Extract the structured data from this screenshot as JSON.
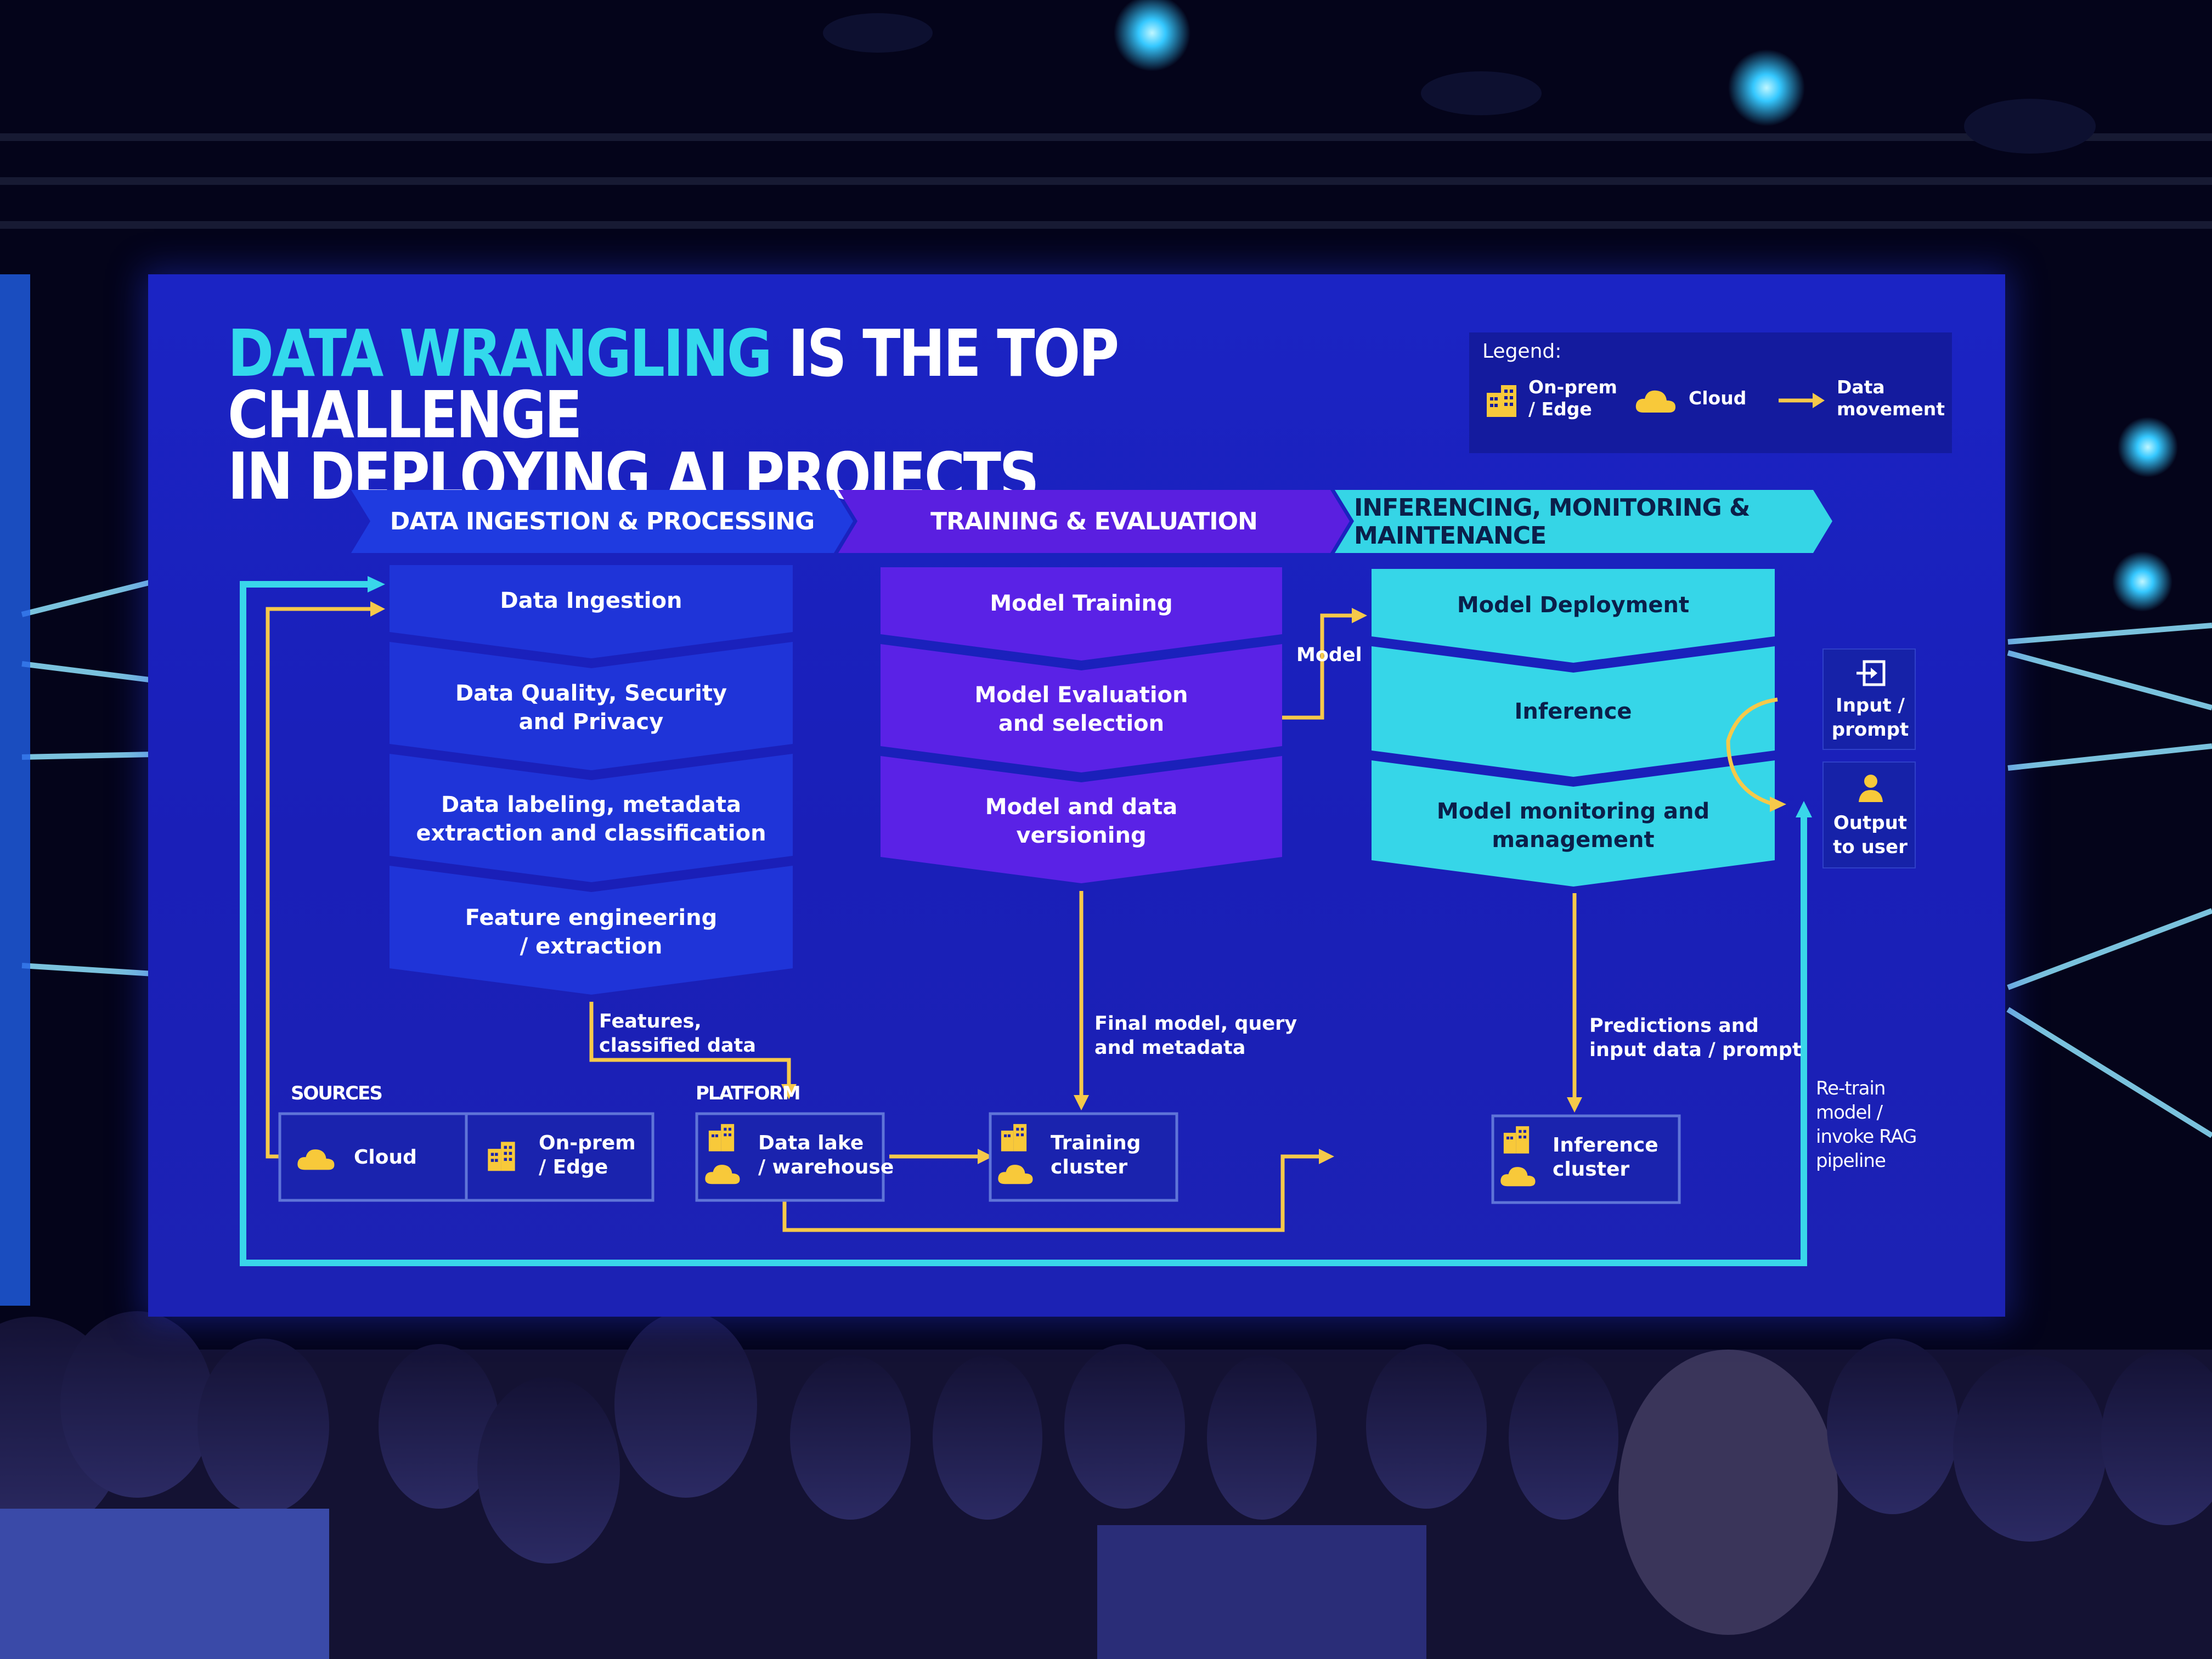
{
  "title": {
    "highlight": "DATA WRANGLING",
    "rest_line1": " IS THE TOP CHALLENGE",
    "line2": "IN DEPLOYING AI PROJECTS"
  },
  "legend": {
    "title": "Legend:",
    "onprem": "On-prem\n/ Edge",
    "cloud": "Cloud",
    "movement": "Data\nmovement"
  },
  "phases": [
    {
      "label": "DATA INGESTION & PROCESSING",
      "color": "#1f3be0"
    },
    {
      "label": "TRAINING & EVALUATION",
      "color": "#5a1fe0"
    },
    {
      "label": "INFERENCING, MONITORING & MAINTENANCE",
      "color": "#35d5e6"
    }
  ],
  "ingestion_steps": [
    "Data Ingestion",
    "Data Quality, Security\nand Privacy",
    "Data labeling, metadata\nextraction and classification",
    "Feature engineering\n/ extraction"
  ],
  "training_steps": [
    "Model Training",
    "Model Evaluation\nand selection",
    "Model and data\nversioning"
  ],
  "inference_steps": [
    "Model Deployment",
    "Inference",
    "Model monitoring and\nmanagement"
  ],
  "flow_labels": {
    "model": "Model",
    "features": "Features,\nclassified data",
    "final_model": "Final model, query\nand metadata",
    "predictions": "Predictions and\ninput data / prompt",
    "retrain": "Re-train\nmodel /\ninvoke RAG\npipeline"
  },
  "user_io": {
    "input": "Input /\nprompt",
    "output": "Output\nto user"
  },
  "sections": {
    "sources": "SOURCES",
    "platform": "PLATFORM"
  },
  "nodes": {
    "cloud": "Cloud",
    "onprem": "On-prem\n/ Edge",
    "datalake": "Data lake\n/ warehouse",
    "training_cluster": "Training\ncluster",
    "inference_cluster": "Inference\ncluster"
  },
  "colors": {
    "slide_bg": "#1b24c4",
    "highlight": "#33d9ec",
    "arrow_yellow": "#f6c94a",
    "loop_cyan": "#39d6ea",
    "icon_yellow": "#f8c93a"
  }
}
